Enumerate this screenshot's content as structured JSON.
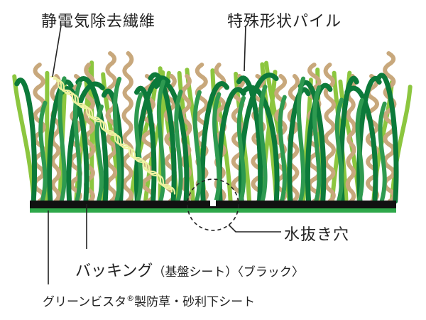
{
  "labels": {
    "static_fiber": "静電気除去繊維",
    "special_pile": "特殊形状パイル",
    "drain_hole": "水抜き穴",
    "backing": "バッキング",
    "backing_paren": "（基盤シート）",
    "backing_color": "〈ブラック〉",
    "sheet_name": "グリーンビスタ",
    "sheet_reg": "®",
    "sheet_suffix": "製防草・砂利下シート"
  },
  "colors": {
    "dark_green": "#0c7a3a",
    "mid_green": "#2e9a50",
    "lime_green": "#8cc63f",
    "tan_fiber": "#c8a87c",
    "static_fiber": "#eef2a0",
    "backing": "#111111",
    "base_sheet": "#2ea84a"
  }
}
